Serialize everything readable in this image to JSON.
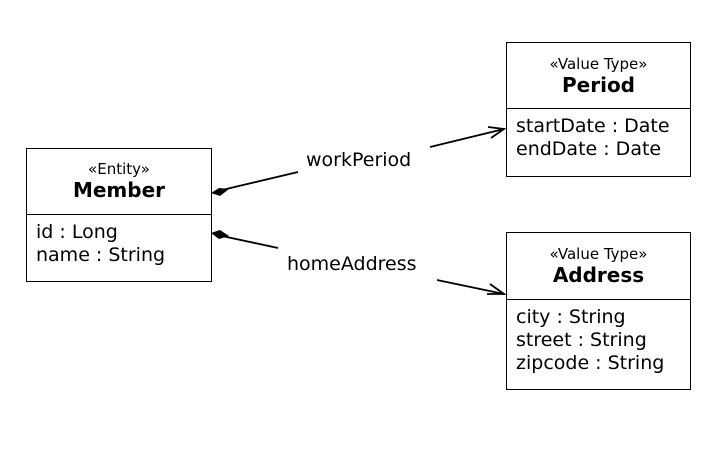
{
  "classes": {
    "member": {
      "stereotype": "«Entity»",
      "name": "Member",
      "attributes": [
        "id : Long",
        "name : String"
      ]
    },
    "period": {
      "stereotype": "«Value Type»",
      "name": "Period",
      "attributes": [
        "startDate : Date",
        "endDate : Date"
      ]
    },
    "address": {
      "stereotype": "«Value Type»",
      "name": "Address",
      "attributes": [
        "city : String",
        "street : String",
        "zipcode : String"
      ]
    }
  },
  "associations": {
    "work_period": {
      "label": "workPeriod",
      "from": "Member",
      "to": "Period",
      "kind": "composition"
    },
    "home_address": {
      "label": "homeAddress",
      "from": "Member",
      "to": "Address",
      "kind": "composition"
    }
  }
}
